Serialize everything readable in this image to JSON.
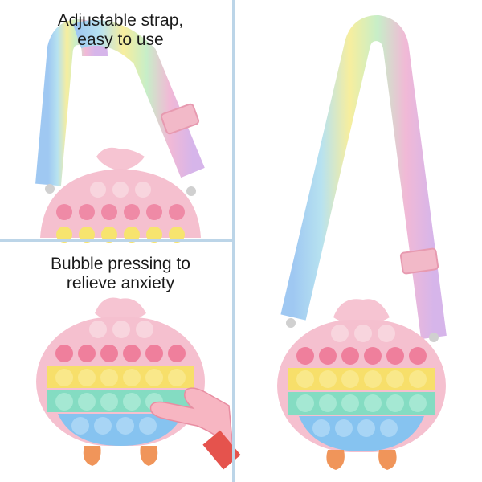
{
  "captions": {
    "strap": {
      "line1": "Adjustable strap,",
      "line2": "easy to use"
    },
    "bubble": {
      "line1": "Bubble pressing to",
      "line2": "relieve anxiety"
    }
  },
  "colors": {
    "pink": "#f3b3c4",
    "deep_pink": "#ef7f9c",
    "yellow": "#f7e46e",
    "green": "#8ee0c8",
    "blue": "#8fc7f0",
    "purple_pink": "#e7b3e6",
    "foot_orange": "#f0955a",
    "divider": "#bcd5e8"
  },
  "icons": [
    "hand-icon"
  ]
}
